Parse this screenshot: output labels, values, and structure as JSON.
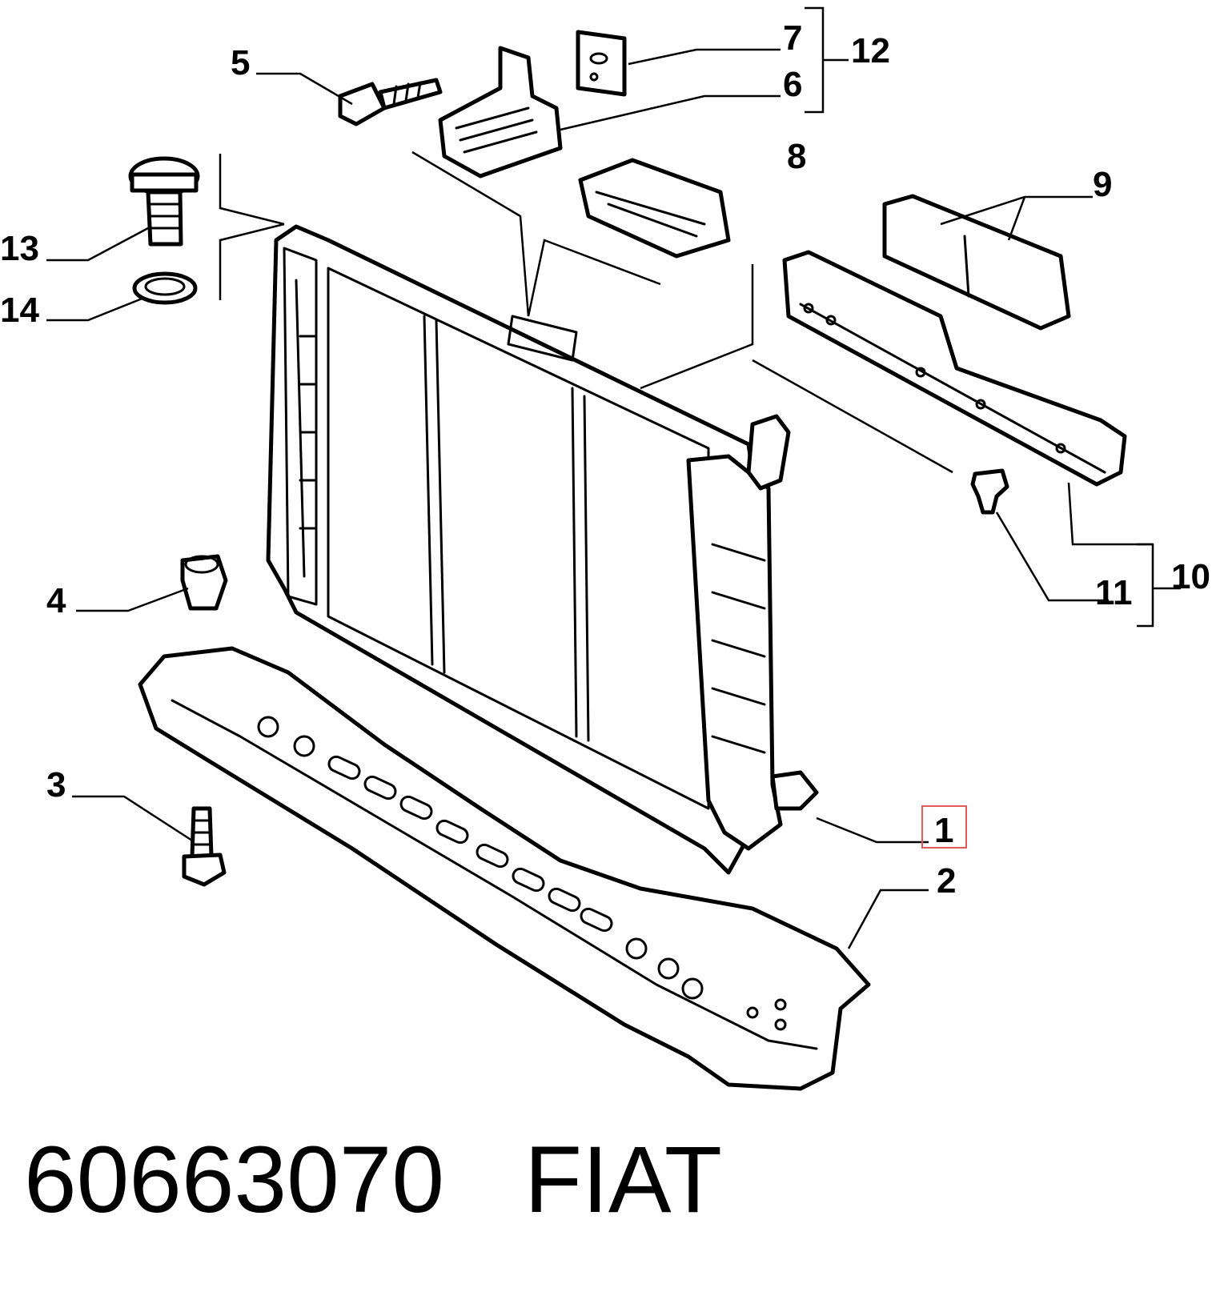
{
  "diagram": {
    "callouts": {
      "c1": "1",
      "c2": "2",
      "c3": "3",
      "c4": "4",
      "c5": "5",
      "c6": "6",
      "c7": "7",
      "c8": "8",
      "c9": "9",
      "c10": "10",
      "c11": "11",
      "c12": "12",
      "c13": "13",
      "c14": "14"
    },
    "highlighted_callout": "1",
    "highlight_color": "#e05a5a"
  },
  "caption": {
    "part_number": "60663070",
    "brand": "FIAT"
  }
}
